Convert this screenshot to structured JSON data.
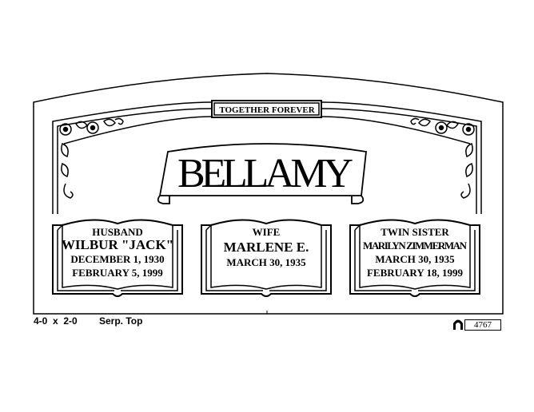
{
  "header": {
    "motto": "TOGETHER FOREVER"
  },
  "family_name": "BELLAMY",
  "panels": [
    {
      "lines": [
        "HUSBAND",
        "WILBUR \"JACK\"",
        "DECEMBER 1, 1930",
        "FEBRUARY 5, 1999"
      ]
    },
    {
      "lines": [
        "WIFE",
        "MARLENE E.",
        "MARCH 30, 1935"
      ]
    },
    {
      "lines": [
        "TWIN SISTER",
        "MARILYN ZIMMERMAN",
        "MARCH 30, 1935",
        "FEBRUARY 18, 1999"
      ]
    }
  ],
  "footer": {
    "size": "4-0  x  2-0",
    "style": "Serp. Top",
    "design_number": "4767"
  }
}
